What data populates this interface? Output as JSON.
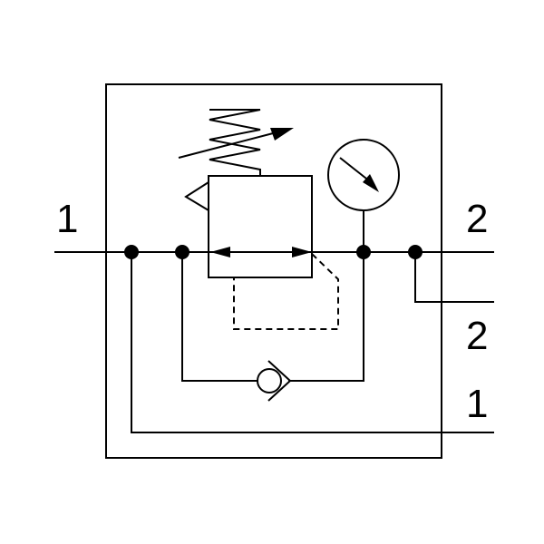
{
  "ports": {
    "inlet_left": "1",
    "outlet_right_top": "2",
    "outlet_right_branch": "2",
    "inlet_right_bottom": "1"
  },
  "colors": {
    "stroke": "#000000",
    "background": "#ffffff"
  },
  "symbols": [
    "housing-frame",
    "pressure-regulator",
    "adjustable-spring",
    "pressure-gauge",
    "check-valve",
    "pilot-line",
    "junction-dots"
  ]
}
